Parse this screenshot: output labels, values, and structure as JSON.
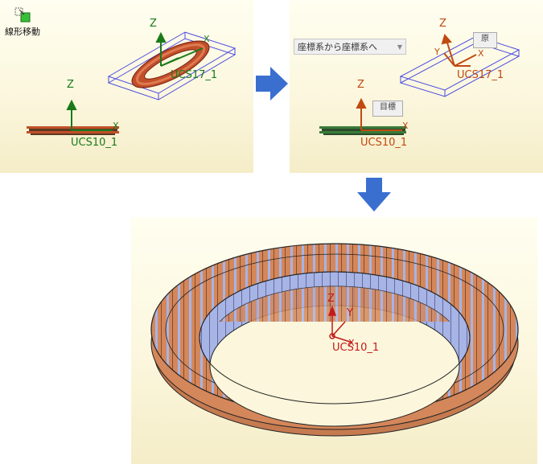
{
  "toolbar": {
    "linear_move_label": "線形移動",
    "linear_move_icon": "linear-move-icon"
  },
  "panel1": {
    "axis_z_upper": "Z",
    "axis_x_upper": "X",
    "ucs_upper": "UCS17_1",
    "axis_z_lower": "Z",
    "axis_x_lower": "X",
    "ucs_lower": "UCS10_1"
  },
  "panel2": {
    "dropdown_value": "座標系から座標系へ",
    "axis_z_upper": "Z",
    "axis_y_upper": "Y",
    "axis_x_upper": "X",
    "ucs_upper": "UCS17_1",
    "origin_box": "原",
    "axis_z_lower": "Z",
    "axis_x_lower": "X",
    "ucs_lower": "UCS10_1",
    "target_box": "目標"
  },
  "panel3": {
    "axis_z": "Z",
    "axis_y": "Y",
    "axis_x": "X",
    "ucs": "UCS10_1"
  },
  "colors": {
    "green_axis": "#1a7a1a",
    "orange_axis": "#c04a10",
    "red_axis": "#c41a1a",
    "ring_copper": "#d4875a",
    "ring_face": "#a6b4e6",
    "bbox_blue": "#4a4ae0",
    "arrow_blue": "#3a6fd0"
  }
}
